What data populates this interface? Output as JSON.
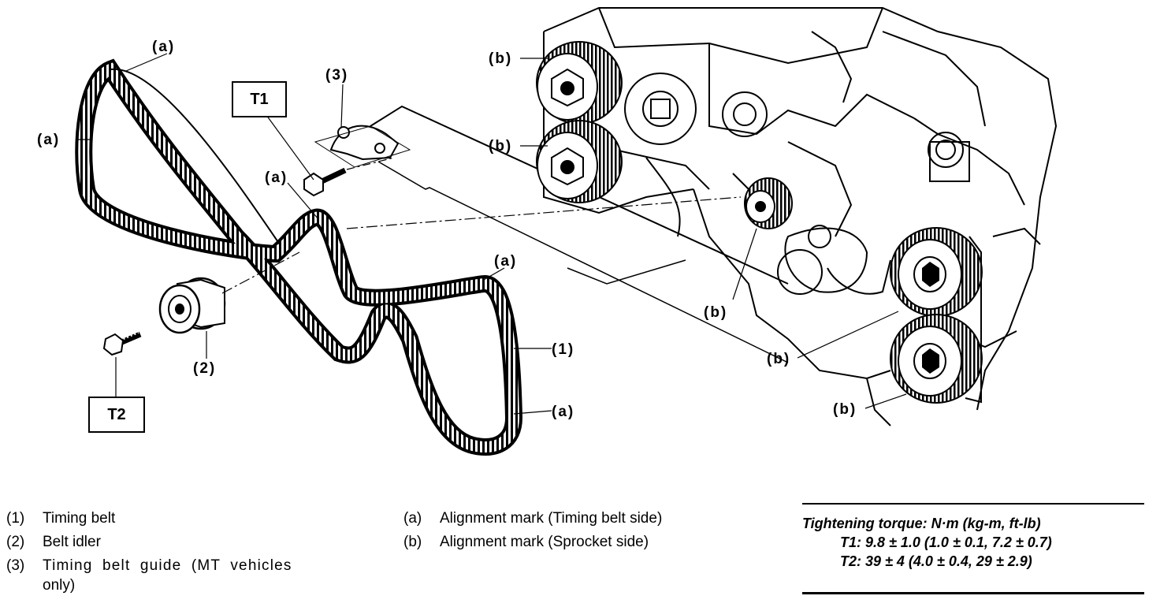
{
  "callouts": {
    "a1": "(a)",
    "a2": "(a)",
    "a3": "(a)",
    "a4": "(a)",
    "a5": "(a)",
    "b1": "(b)",
    "b2": "(b)",
    "b3": "(b)",
    "b4": "(b)",
    "b5": "(b)",
    "n1": "(1)",
    "n2": "(2)",
    "n3": "(3)",
    "t1": "T1",
    "t2": "T2"
  },
  "legend_left": [
    {
      "num": "(1)",
      "text": "Timing belt"
    },
    {
      "num": "(2)",
      "text": "Belt idler"
    },
    {
      "num": "(3)",
      "text": "Timing belt guide (MT vehicles"
    },
    {
      "num": "",
      "text": "only)"
    }
  ],
  "legend_right": [
    {
      "num": "(a)",
      "text": "Alignment mark (Timing belt side)"
    },
    {
      "num": "(b)",
      "text": "Alignment mark (Sprocket side)"
    }
  ],
  "torque": {
    "title": "Tightening torque: N·m (kg-m, ft-lb)",
    "t1": "T1: 9.8 ± 1.0 (1.0 ± 0.1, 7.2 ± 0.7)",
    "t2": "T2: 39 ± 4 (4.0 ± 0.4, 29 ± 2.9)"
  }
}
